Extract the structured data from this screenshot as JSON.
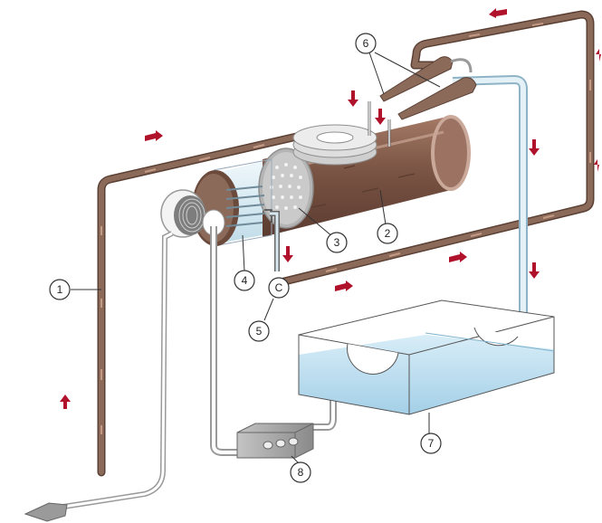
{
  "colors": {
    "pipe_hot": "#8b6a5a",
    "pipe_hot_dark": "#5a4034",
    "pipe_cold": "#cfe3ee",
    "pipe_cold_dark": "#8fb3c6",
    "arrow": "#b0122b",
    "tank_water": "#bfe0f0",
    "cylinder_body": "#7a5444",
    "cylinder_glass": "#d9eef6"
  },
  "callouts": [
    {
      "id": "1",
      "label": "1"
    },
    {
      "id": "2",
      "label": "2"
    },
    {
      "id": "3",
      "label": "3"
    },
    {
      "id": "4",
      "label": "4"
    },
    {
      "id": "5",
      "label": "5"
    },
    {
      "id": "6",
      "label": "6"
    },
    {
      "id": "7",
      "label": "7"
    },
    {
      "id": "8",
      "label": "8"
    }
  ],
  "valve_label": "C"
}
